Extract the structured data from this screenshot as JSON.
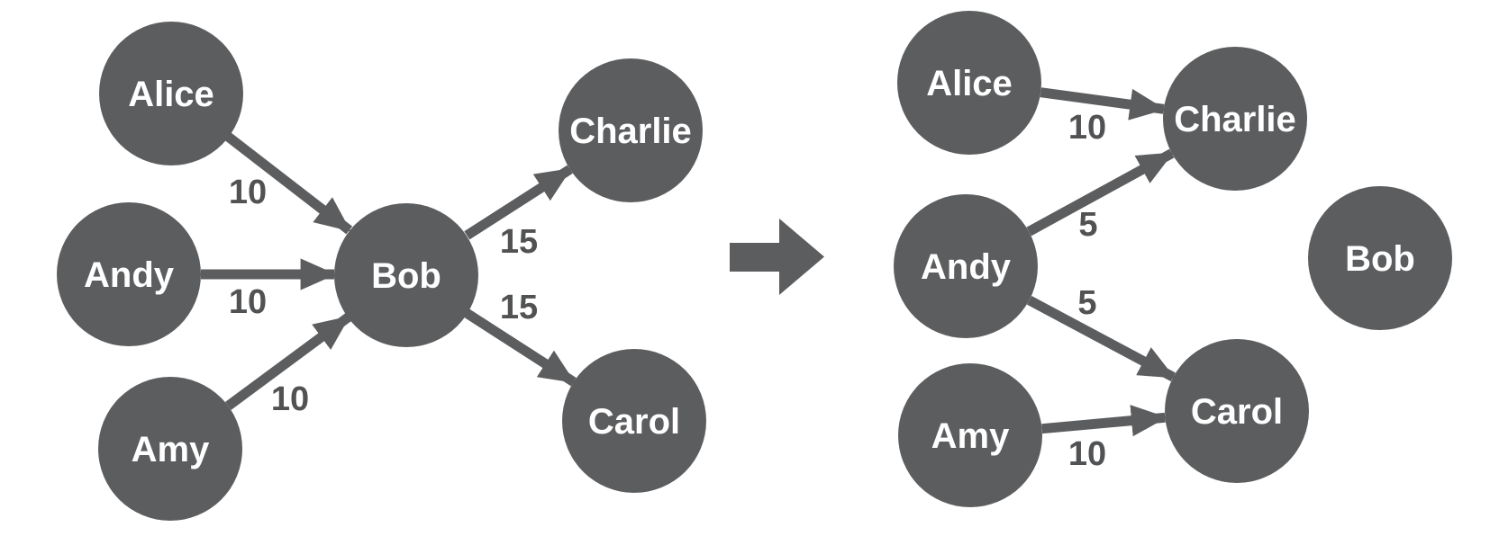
{
  "colors": {
    "node_fill": "#5C5D5F",
    "node_text": "#FFFFFF",
    "edge": "#5C5D5F",
    "weight_label": "#515254",
    "background": "#FFFFFF"
  },
  "transition": {
    "icon": "right-arrow"
  },
  "before_graph": {
    "nodes": [
      {
        "id": "alice",
        "label": "Alice"
      },
      {
        "id": "andy",
        "label": "Andy"
      },
      {
        "id": "amy",
        "label": "Amy"
      },
      {
        "id": "bob",
        "label": "Bob"
      },
      {
        "id": "charlie",
        "label": "Charlie"
      },
      {
        "id": "carol",
        "label": "Carol"
      }
    ],
    "edges": [
      {
        "from": "Alice",
        "to": "Bob",
        "weight": "10"
      },
      {
        "from": "Andy",
        "to": "Bob",
        "weight": "10"
      },
      {
        "from": "Amy",
        "to": "Bob",
        "weight": "10"
      },
      {
        "from": "Bob",
        "to": "Charlie",
        "weight": "15"
      },
      {
        "from": "Bob",
        "to": "Carol",
        "weight": "15"
      }
    ]
  },
  "after_graph": {
    "nodes": [
      {
        "id": "alice",
        "label": "Alice"
      },
      {
        "id": "andy",
        "label": "Andy"
      },
      {
        "id": "amy",
        "label": "Amy"
      },
      {
        "id": "bob",
        "label": "Bob"
      },
      {
        "id": "charlie",
        "label": "Charlie"
      },
      {
        "id": "carol",
        "label": "Carol"
      }
    ],
    "edges": [
      {
        "from": "Alice",
        "to": "Charlie",
        "weight": "10"
      },
      {
        "from": "Andy",
        "to": "Charlie",
        "weight": "5"
      },
      {
        "from": "Andy",
        "to": "Carol",
        "weight": "5"
      },
      {
        "from": "Amy",
        "to": "Carol",
        "weight": "10"
      }
    ]
  }
}
